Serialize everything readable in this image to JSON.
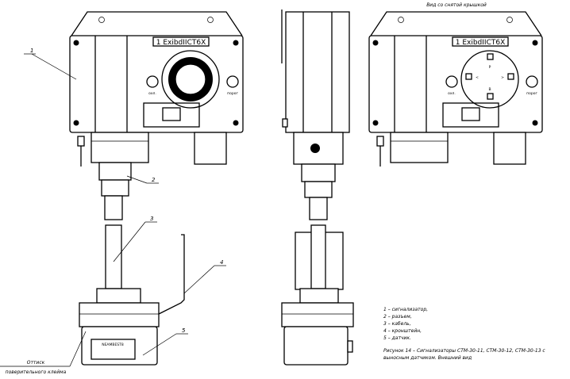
{
  "view_title": "Вид со снятой крышкой",
  "marking": "1 ExibdIICT6X",
  "front_view": {
    "button_left": "охл.",
    "button_right": "порог"
  },
  "cover_removed_view": {
    "button_left": "охл.",
    "button_right": "порог",
    "key_top": "Р",
    "key_bottom": "В",
    "key_left": "<",
    "key_right": ">"
  },
  "callouts": [
    "1",
    "2",
    "3",
    "4",
    "5"
  ],
  "stamp_note": [
    "Оттиск",
    "поверительного клейма"
  ],
  "legend": [
    "1 – сигнализатор,",
    "2 – разъем,",
    "3 – кабель,",
    "4 – кронштейн,",
    "5 – датчик."
  ],
  "caption": [
    "Рисунок 14 – Сигнализаторы СТМ-30-11, СТМ-30-12, СТМ-30-13 с",
    "выносным датчиком. Внешний вид"
  ]
}
